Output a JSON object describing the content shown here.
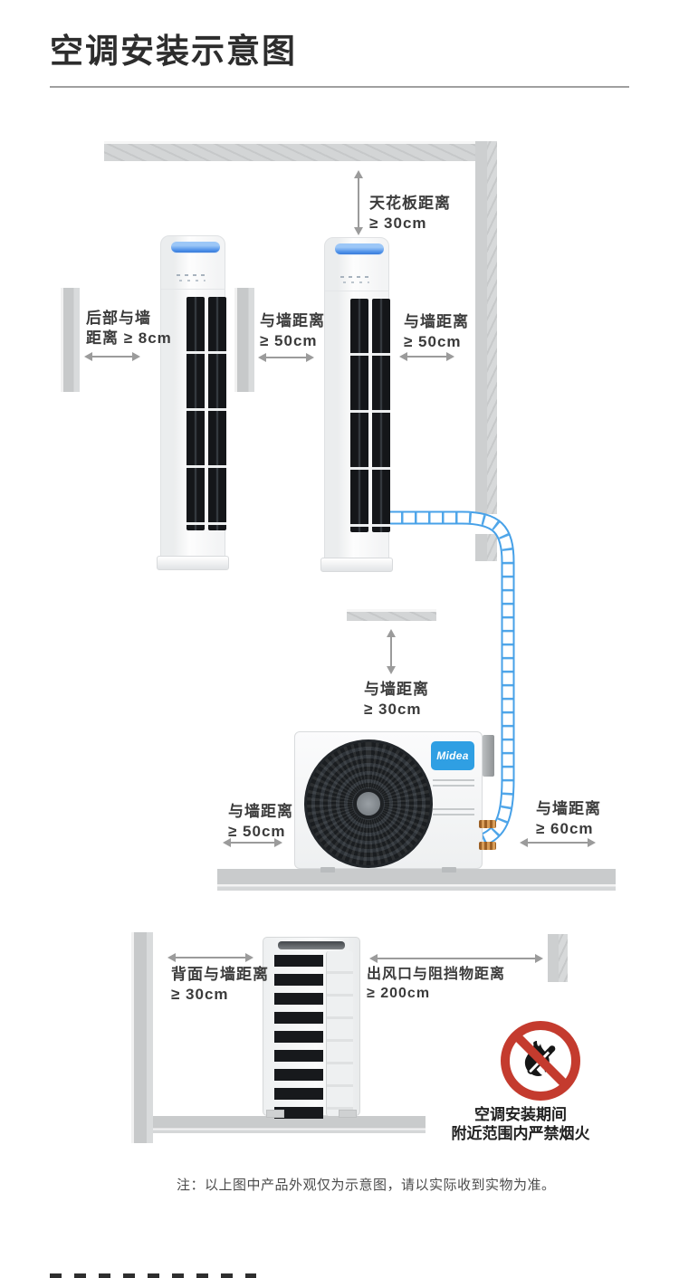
{
  "page": {
    "title": "空调安装示意图",
    "note": "注：以上图中产品外观仅为示意图，请以实际收到实物为准。"
  },
  "indoor": {
    "ceiling_label": {
      "line1": "天花板距离",
      "line2": "≥ 30cm"
    },
    "back_wall_label": {
      "line1": "后部与墙",
      "line2": "距离 ≥ 8cm"
    },
    "left_gap_label": {
      "line1": "与墙距离",
      "line2": "≥ 50cm"
    },
    "right_gap_label": {
      "line1": "与墙距离",
      "line2": "≥ 50cm"
    }
  },
  "outdoor": {
    "top_label": {
      "line1": "与墙距离",
      "line2": "≥ 30cm"
    },
    "left_label": {
      "line1": "与墙距离",
      "line2": "≥ 50cm"
    },
    "right_label": {
      "line1": "与墙距离",
      "line2": "≥ 60cm"
    },
    "brand": "Midea"
  },
  "rear_view": {
    "back_label": {
      "line1": "背面与墙距离",
      "line2": "≥ 30cm"
    },
    "outlet_label": {
      "line1": "出风口与阻挡物距离",
      "line2": "≥ 200cm"
    }
  },
  "warning": {
    "line1": "空调安装期间",
    "line2": "附近范围内严禁烟火"
  },
  "colors": {
    "pipe_blue": "#47a1e8",
    "brand_blue": "#2f9fe3",
    "warning_red": "#c43b2e",
    "wall_gray": "#c9cbcc",
    "label_text": "#3b3b3b"
  }
}
